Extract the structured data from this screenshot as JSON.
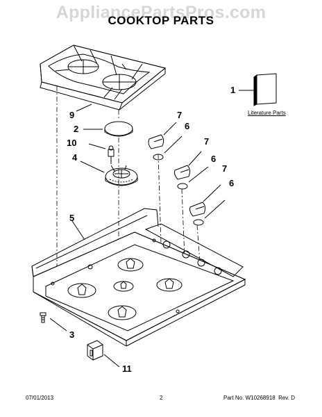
{
  "watermark": "AppliancePartsPros.com",
  "title": "COOKTOP PARTS",
  "literature_label": "Literature Parts",
  "callouts": {
    "c1": "1",
    "c9": "9",
    "c2": "2",
    "c10": "10",
    "c4": "4",
    "c5": "5",
    "c7a": "7",
    "c6a": "6",
    "c7b": "7",
    "c6b": "6",
    "c7c": "7",
    "c6c": "6",
    "c3": "3",
    "c11": "11"
  },
  "footer": {
    "date": "07/01/2013",
    "page": "2",
    "part_no": "Part No. W10268918  Rev. D"
  }
}
